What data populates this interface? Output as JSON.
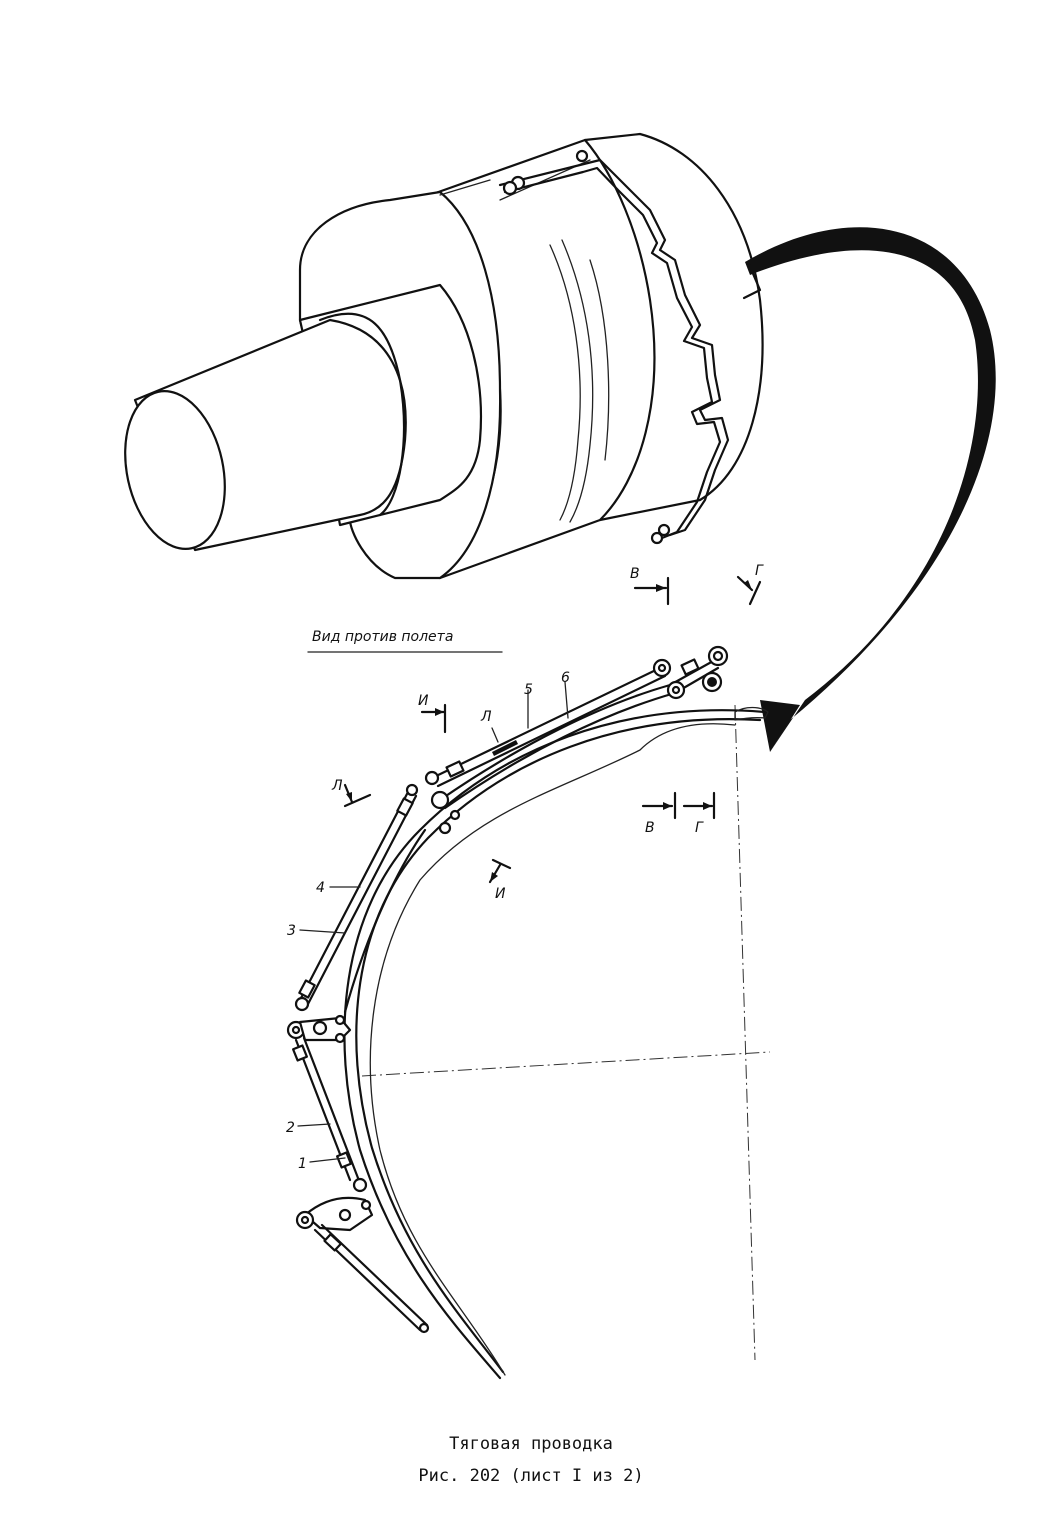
{
  "view_title": "Вид против полета",
  "section_marks": {
    "v": "В",
    "g": "Г",
    "i": "И",
    "l": "Л"
  },
  "part_numbers": [
    "1",
    "2",
    "3",
    "4",
    "5",
    "6"
  ],
  "caption": {
    "title": "Тяговая проводка",
    "figure": "Рис. 202 (лист I из  2)"
  }
}
